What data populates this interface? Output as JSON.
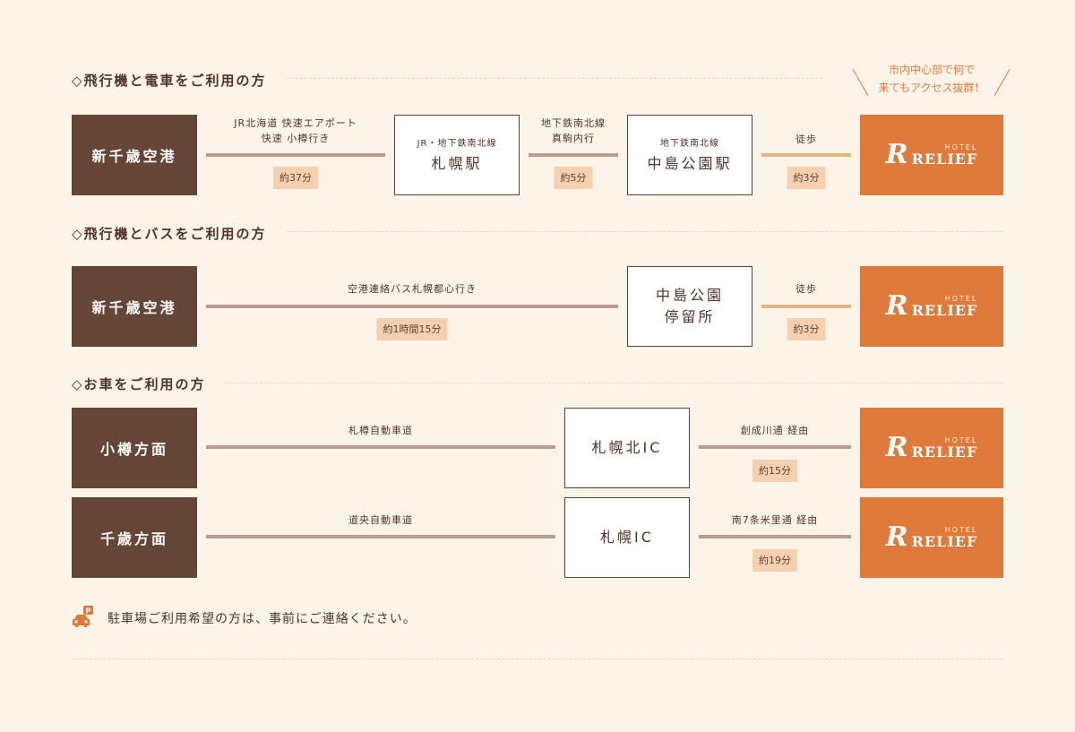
{
  "callout": {
    "line1": "市内中心部で何で",
    "line2": "来てもアクセス抜群！"
  },
  "hotel": {
    "small": "HOTEL",
    "name": "RELIEF",
    "mark": "R"
  },
  "sections": [
    {
      "title": "◇飛行機と電車をご利用の方",
      "origin": "新千歳空港",
      "leg1": {
        "line1": "JR北海道 快速エアポート",
        "line2": "快速 小樽行き",
        "time": "約37分"
      },
      "station1": {
        "sub": "JR・地下鉄南北線",
        "name": "札幌駅"
      },
      "leg2": {
        "line1": "地下鉄南北線",
        "line2": "真駒内行",
        "time": "約5分"
      },
      "station2": {
        "sub": "地下鉄南北線",
        "name": "中島公園駅"
      },
      "leg3": {
        "label": "徒歩",
        "time": "約3分"
      }
    },
    {
      "title": "◇飛行機とバスをご利用の方",
      "origin": "新千歳空港",
      "leg1": {
        "label": "空港連絡バス札幌都心行き",
        "time": "約1時間15分"
      },
      "station1": {
        "line1": "中島公園",
        "line2": "停留所"
      },
      "leg2": {
        "label": "徒歩",
        "time": "約3分"
      }
    },
    {
      "title": "◇お車をご利用の方",
      "rows": [
        {
          "origin": "小樽方面",
          "leg1": {
            "label": "札樽自動車道"
          },
          "ic": "札幌北IC",
          "leg2": {
            "label": "創成川通 経由",
            "time": "約15分"
          }
        },
        {
          "origin": "千歳方面",
          "leg1": {
            "label": "道央自動車道"
          },
          "ic": "札幌IC",
          "leg2": {
            "label": "南7条米里通 経由",
            "time": "約19分"
          }
        }
      ]
    }
  ],
  "notice": "駐車場ご利用希望の方は、事前にご連絡ください。",
  "colors": {
    "dark": "#654536",
    "accent": "#e07a3a",
    "badge": "#f8cfaf",
    "background": "#fdf4e9"
  }
}
